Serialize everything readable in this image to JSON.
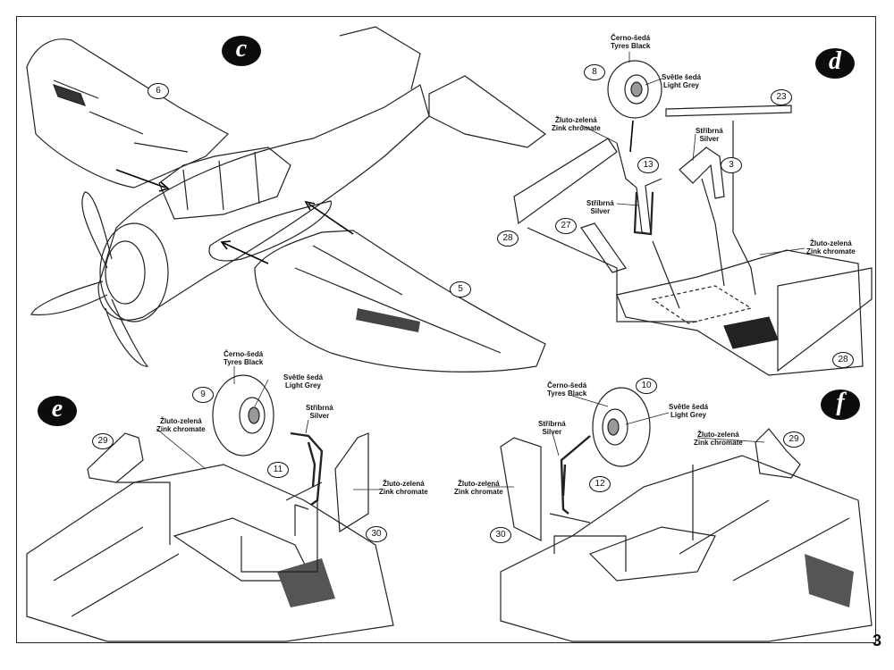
{
  "page_number": "3",
  "sections": {
    "c": "c",
    "d": "d",
    "e": "e",
    "f": "f"
  },
  "parts": {
    "p3": "3",
    "p5": "5",
    "p6": "6",
    "p8": "8",
    "p9": "9",
    "p10": "10",
    "p11": "11",
    "p12": "12",
    "p13": "13",
    "p23": "23",
    "p27": "27",
    "p28a": "28",
    "p28b": "28",
    "p29a": "29",
    "p29b": "29",
    "p30a": "30",
    "p30b": "30"
  },
  "labels": {
    "tyres_cz": "Černo-šedá",
    "tyres_en": "Tyres Black",
    "hub_cz": "Světle šedá",
    "hub_en": "Light Grey",
    "zink_cz": "Žluto-zelená",
    "zink_en": "Zink chromate",
    "silver_cz": "Stříbrná",
    "silver_en": "Silver"
  },
  "colors": {
    "ink": "#111111",
    "paper": "#ffffff",
    "badge": "#0c0c0c"
  }
}
